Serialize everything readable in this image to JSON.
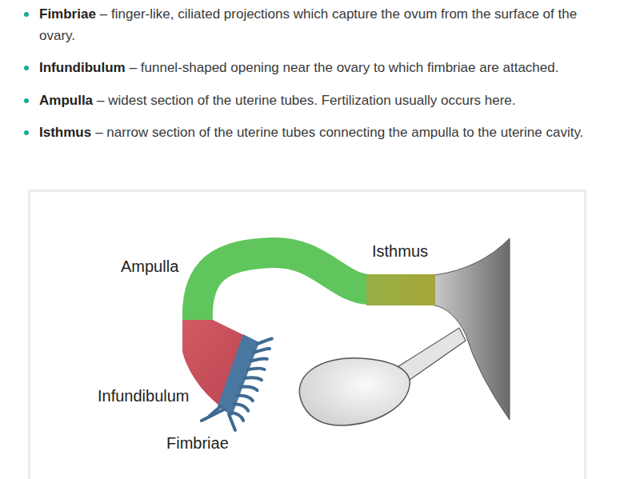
{
  "diagram": {
    "labels": [
      "Fimbriae",
      "– finger-like, ciliated projections which capture the ovum from the surface of the ovary.",
      "Infundibulum",
      "– funnel-shaped opening near the ovary to which fimbriae are attached.",
      "Ampulla",
      "– widest section of the uterine tubes. Fertilization usually occurs here.",
      "Isthmus",
      "– narrow section of the uterine tubes connecting the ampulla to the uterine cavity.",
      "Ampulla",
      "Isthmus",
      "Infundibulum",
      "Fimbriae"
    ]
  }
}
